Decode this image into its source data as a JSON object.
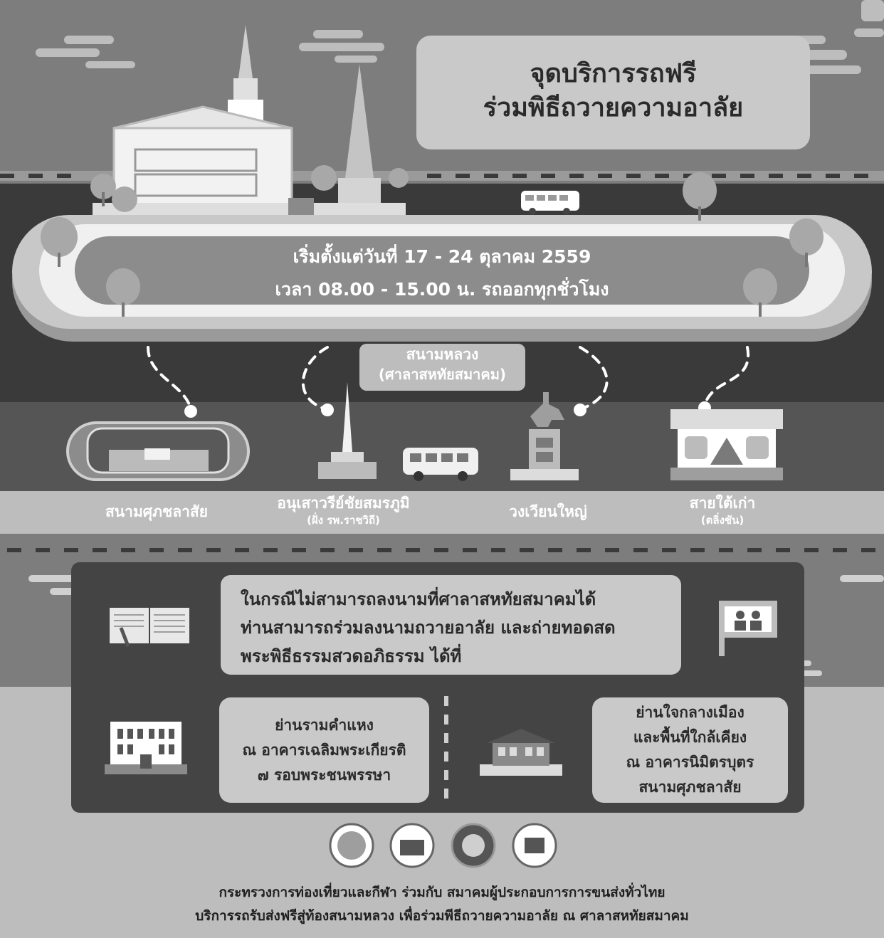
{
  "title": {
    "line1": "จุดบริการรถฟรี",
    "line2": "ร่วมพิธีถวายความอาลัย"
  },
  "schedule": {
    "dates": "เริ่มตั้งแต่วันที่ 17 - 24 ตุลาคม 2559",
    "times": "เวลา 08.00 - 15.00 น. รถออกทุกชั่วโมง"
  },
  "hub": {
    "name": "สนามหลวง",
    "sub": "(ศาลาสหทัยสมาคม)"
  },
  "stops": [
    {
      "name": "สนามศุภชลาสัย",
      "sub": "",
      "icon": "stadium-icon"
    },
    {
      "name": "อนุเสาวรีย์ชัยสมรภูมิ",
      "sub": "(ฝั่ง รพ.ราชวิถี)",
      "icon": "victory-monument-icon"
    },
    {
      "name": "วงเวียนใหญ่",
      "sub": "",
      "icon": "king-taksin-monument-icon"
    },
    {
      "name": "สายใต้เก่า",
      "sub": "(ตลิ่งชัน)",
      "icon": "bus-terminal-icon"
    }
  ],
  "notice": {
    "line1": "ในกรณีไม่สามารถลงนามที่ศาลาสหทัยสมาคมได้",
    "line2": "ท่านสามารถร่วมลงนามถวายอาลัย และถ่ายทอดสด",
    "line3": "พระพิธีธรรมสวดอภิธรรม ได้ที่"
  },
  "locations": [
    {
      "line1": "ย่านรามคำแหง",
      "line2": "ณ อาคารเฉลิมพระเกียรติ",
      "line3": "๗ รอบพระชนพรรษา",
      "line4": ""
    },
    {
      "line1": "ย่านใจกลางเมือง",
      "line2": "และพื้นที่ใกล้เคียง",
      "line3": "ณ อาคารนิมิตรบุตร",
      "line4": "สนามศุภชลาสัย"
    }
  ],
  "footer": {
    "line1": "กระทรวงการท่องเที่ยวและกีฬา ร่วมกับ สมาคมผู้ประกอบการการขนส่งทั่วไทย",
    "line2": "บริการรถรับส่งฟรีสู่ท้องสนามหลวง เพื่อร่วมพีธีถวายความอาลัย ณ ศาลาสหทัยสมาคม"
  },
  "logos": [
    "ministry-seal-icon",
    "tourism-authority-logo-icon",
    "police-seal-icon",
    "transport-association-logo-icon"
  ],
  "colors": {
    "background": "#7a7a7a",
    "road": "#3a3a3a",
    "title_box": "#c9c9c9",
    "accent_white": "#ffffff"
  }
}
